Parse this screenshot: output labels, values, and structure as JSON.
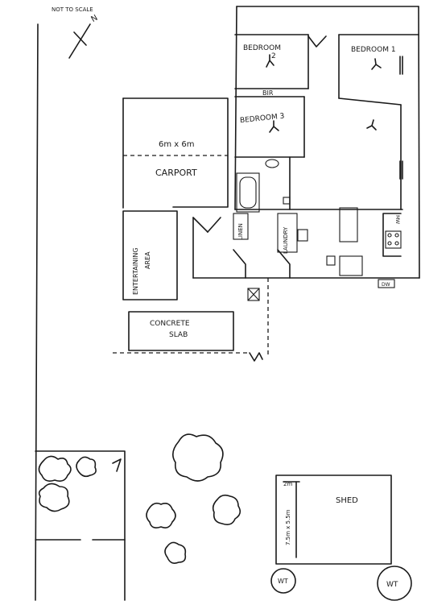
{
  "labels": {
    "scale_note": "NOT TO SCALE",
    "north": "N",
    "bedroom2_a": "BEDROOM",
    "bedroom2_b": "2",
    "bedroom1": "BEDROOM 1",
    "bedroom3": "BEDROOM 3",
    "bir": "BIR",
    "carport_size": "6m x 6m",
    "carport": "CARPORT",
    "entertaining_a": "ENTERTAINING",
    "entertaining_b": "AREA",
    "linen": "LINEN",
    "laundry": "LAUNDRY",
    "concrete_a": "CONCRETE",
    "concrete_b": "SLAB",
    "mw": "MW",
    "dw": "DW",
    "shed": "SHED",
    "shed_size": "7.5m x 5.5m",
    "shed_width": "2m",
    "wt_small": "WT",
    "wt_large": "WT"
  },
  "colors": {
    "ink": "#1a1a1a",
    "paper": "#ffffff"
  }
}
